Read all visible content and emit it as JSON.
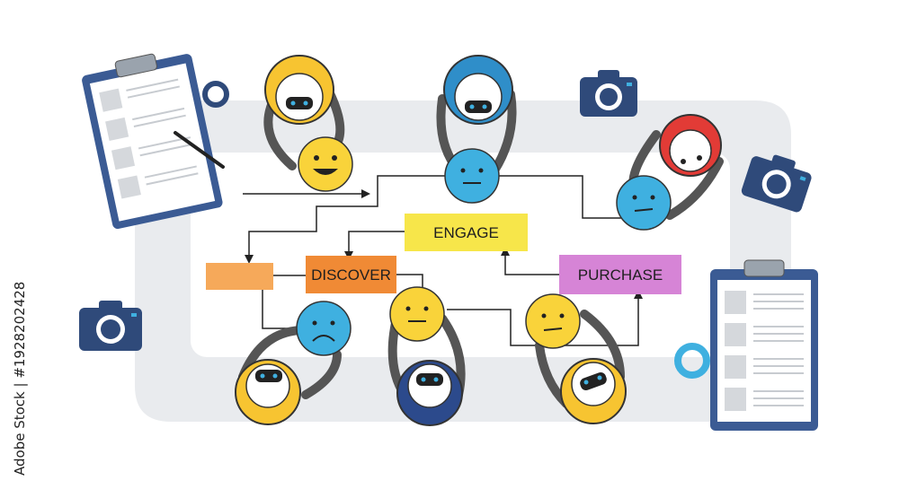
{
  "stages": {
    "engage": "ENGAGE",
    "discover": "DISCOVER",
    "purchase": "PURCHASE",
    "blank": ""
  },
  "watermark": "Adobe Stock | #1928202428",
  "colors": {
    "engage": "#f7e64a",
    "discover": "#f08a35",
    "purchase": "#d684d6",
    "blank": "#f6a95a",
    "robot_yellow": "#f7c431",
    "robot_blue": "#2f8ec9",
    "robot_red": "#e23b36",
    "robot_navy": "#2c4a8c",
    "face_yellow": "#f9d33a",
    "face_blue": "#3fb0e0",
    "camera": "#2f4a7a",
    "clipboard": "#3b5b94",
    "board_bg": "#e9ebee"
  },
  "faces": {
    "happy": "happy",
    "neutral": "neutral",
    "sad": "sad"
  }
}
